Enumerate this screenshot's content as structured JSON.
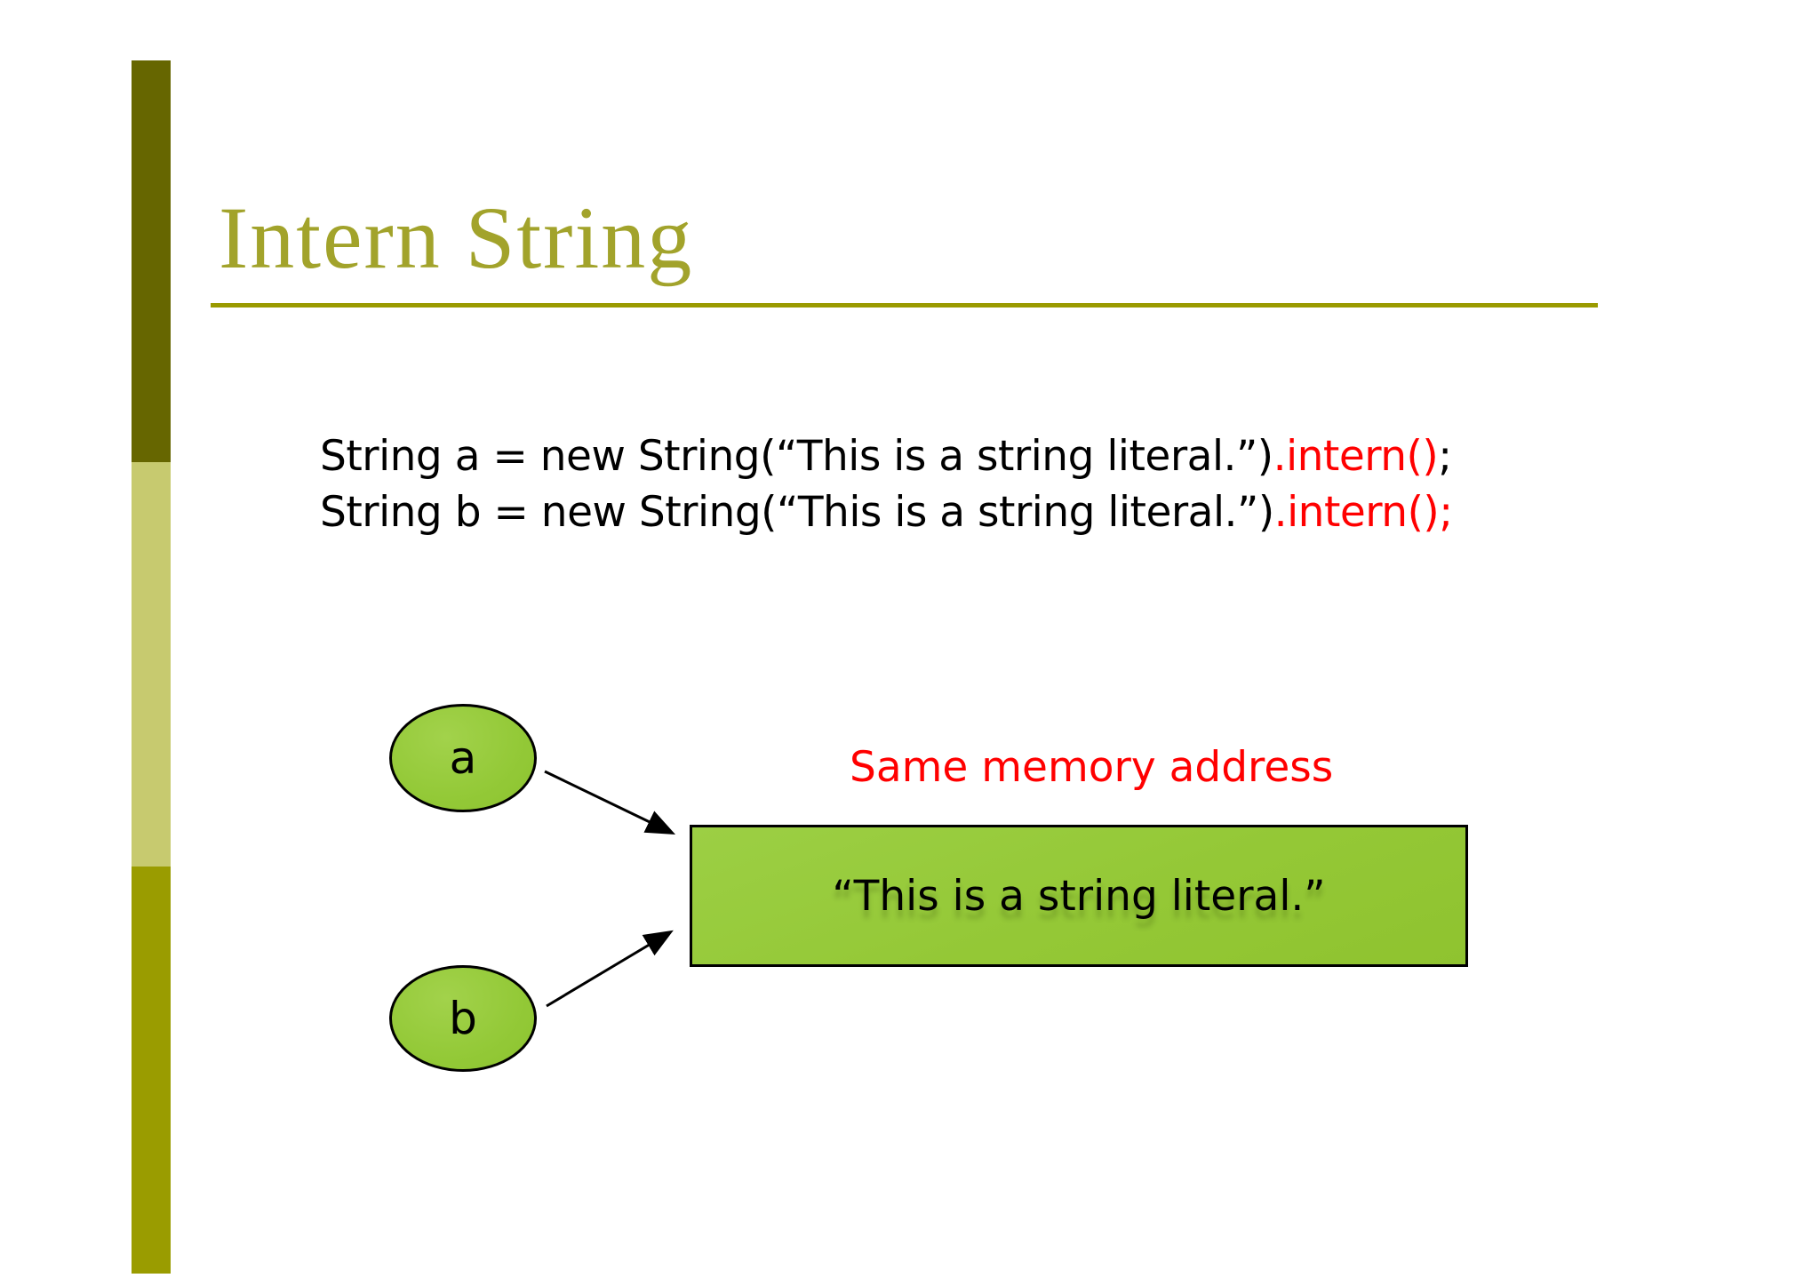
{
  "slide": {
    "title": "Intern String",
    "code": {
      "line1": {
        "main": "String a = new String(“This is a string literal.”)",
        "intern": ".intern()",
        "tail": ";"
      },
      "line2": {
        "main": "String b = new String(“This is a string literal.”)",
        "intern": ".intern();"
      }
    },
    "diagram": {
      "same_memory_label": "Same memory address",
      "var_a": "a",
      "var_b": "b",
      "string_literal": "“This is a string literal.”"
    },
    "colors": {
      "title_olive": "#A2A32B",
      "rule_olive": "#9A9A00",
      "sidebar_dark": "#666600",
      "sidebar_light": "#C7CA6F",
      "sidebar_mid": "#9A9C00",
      "shape_green": "#94C836",
      "highlight_red": "#FF0000",
      "code_text": "#000000"
    }
  }
}
